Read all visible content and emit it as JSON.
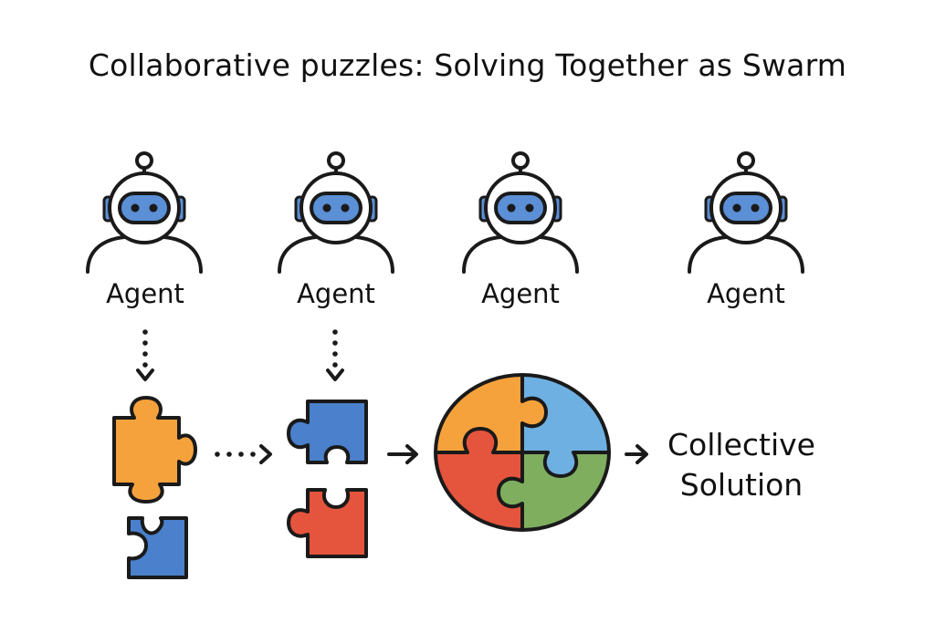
{
  "diagram": {
    "title": "Collaborative puzzles: Solving Together as Swarm",
    "agents": [
      {
        "label": "Agent"
      },
      {
        "label": "Agent"
      },
      {
        "label": "Agent"
      },
      {
        "label": "Agent"
      }
    ],
    "result": {
      "line1": "Collective",
      "line2": "Solution"
    }
  },
  "colors": {
    "ink": "#1a1a1a",
    "visor": "#5b8fd6",
    "orange": "#f6a23c",
    "blue": "#4a80cc",
    "light_blue": "#6eb0e2",
    "red": "#e5543c",
    "green": "#7fae5f"
  },
  "icons": {
    "agent": "robot-icon",
    "piece": "puzzle-piece-icon",
    "assembled": "assembled-puzzle-icon",
    "arrow": "arrow-icon"
  }
}
